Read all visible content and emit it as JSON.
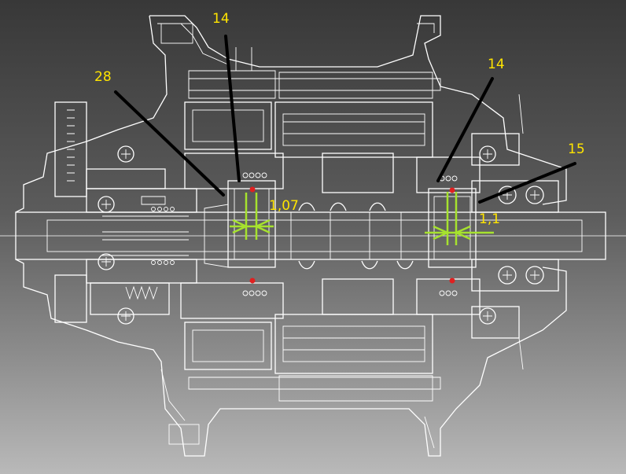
{
  "labels": {
    "callout_28": "28",
    "callout_14_left": "14",
    "callout_14_right": "14",
    "callout_15": "15",
    "dim_left": "1,07",
    "dim_right": "1,1"
  },
  "colors": {
    "background_top": "#383838",
    "background_bottom": "#b9b9b9",
    "outline": "#ffffff",
    "leader_line": "#000000",
    "dimension": "#a6e22e",
    "label_text": "#ffe400",
    "marker_dot": "#e02020"
  }
}
